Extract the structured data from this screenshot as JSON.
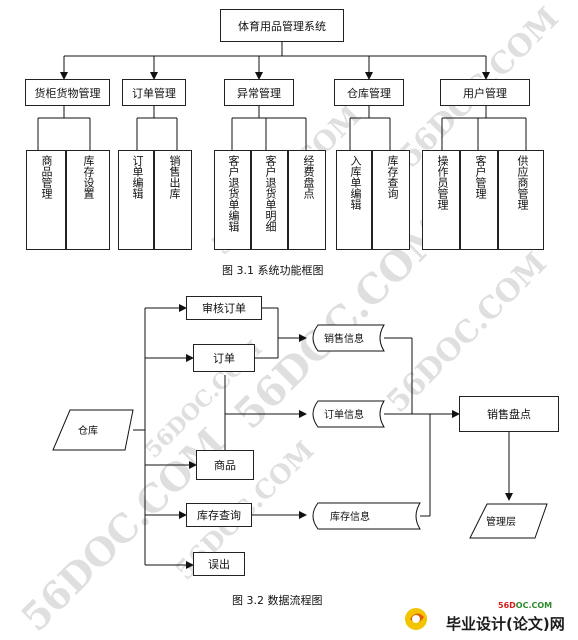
{
  "fig1": {
    "root": "体育用品管理系统",
    "modules": [
      {
        "label": "货柜货物管理",
        "children": [
          "商品管理",
          "库存设置"
        ]
      },
      {
        "label": "订单管理",
        "children": [
          "订单编辑",
          "销售出库"
        ]
      },
      {
        "label": "异常管理",
        "children": [
          "客户退货单编辑",
          "客户退货单明细",
          "经费盘点"
        ]
      },
      {
        "label": "仓库管理",
        "children": [
          "入库单编辑",
          "库存查询"
        ]
      },
      {
        "label": "用户管理",
        "children": [
          "操作员管理",
          "客户管理",
          "供应商管理"
        ]
      }
    ],
    "caption": "图 3.1 系统功能框图"
  },
  "fig2": {
    "warehouse": "仓库",
    "audit_order": "审核订单",
    "order": "订单",
    "goods": "商品",
    "stock_query": "库存查询",
    "error": "误出",
    "sales_info": "销售信息",
    "order_info": "订单信息",
    "stock_info": "库存信息",
    "sales_count": "销售盘点",
    "manager": "管理层",
    "caption": "图 3.2 数据流程图"
  },
  "watermark": "56DOC.COM",
  "logo": {
    "text": "毕业设计(论文)网",
    "url_red": "56D",
    "url_green": "OC.COM"
  }
}
